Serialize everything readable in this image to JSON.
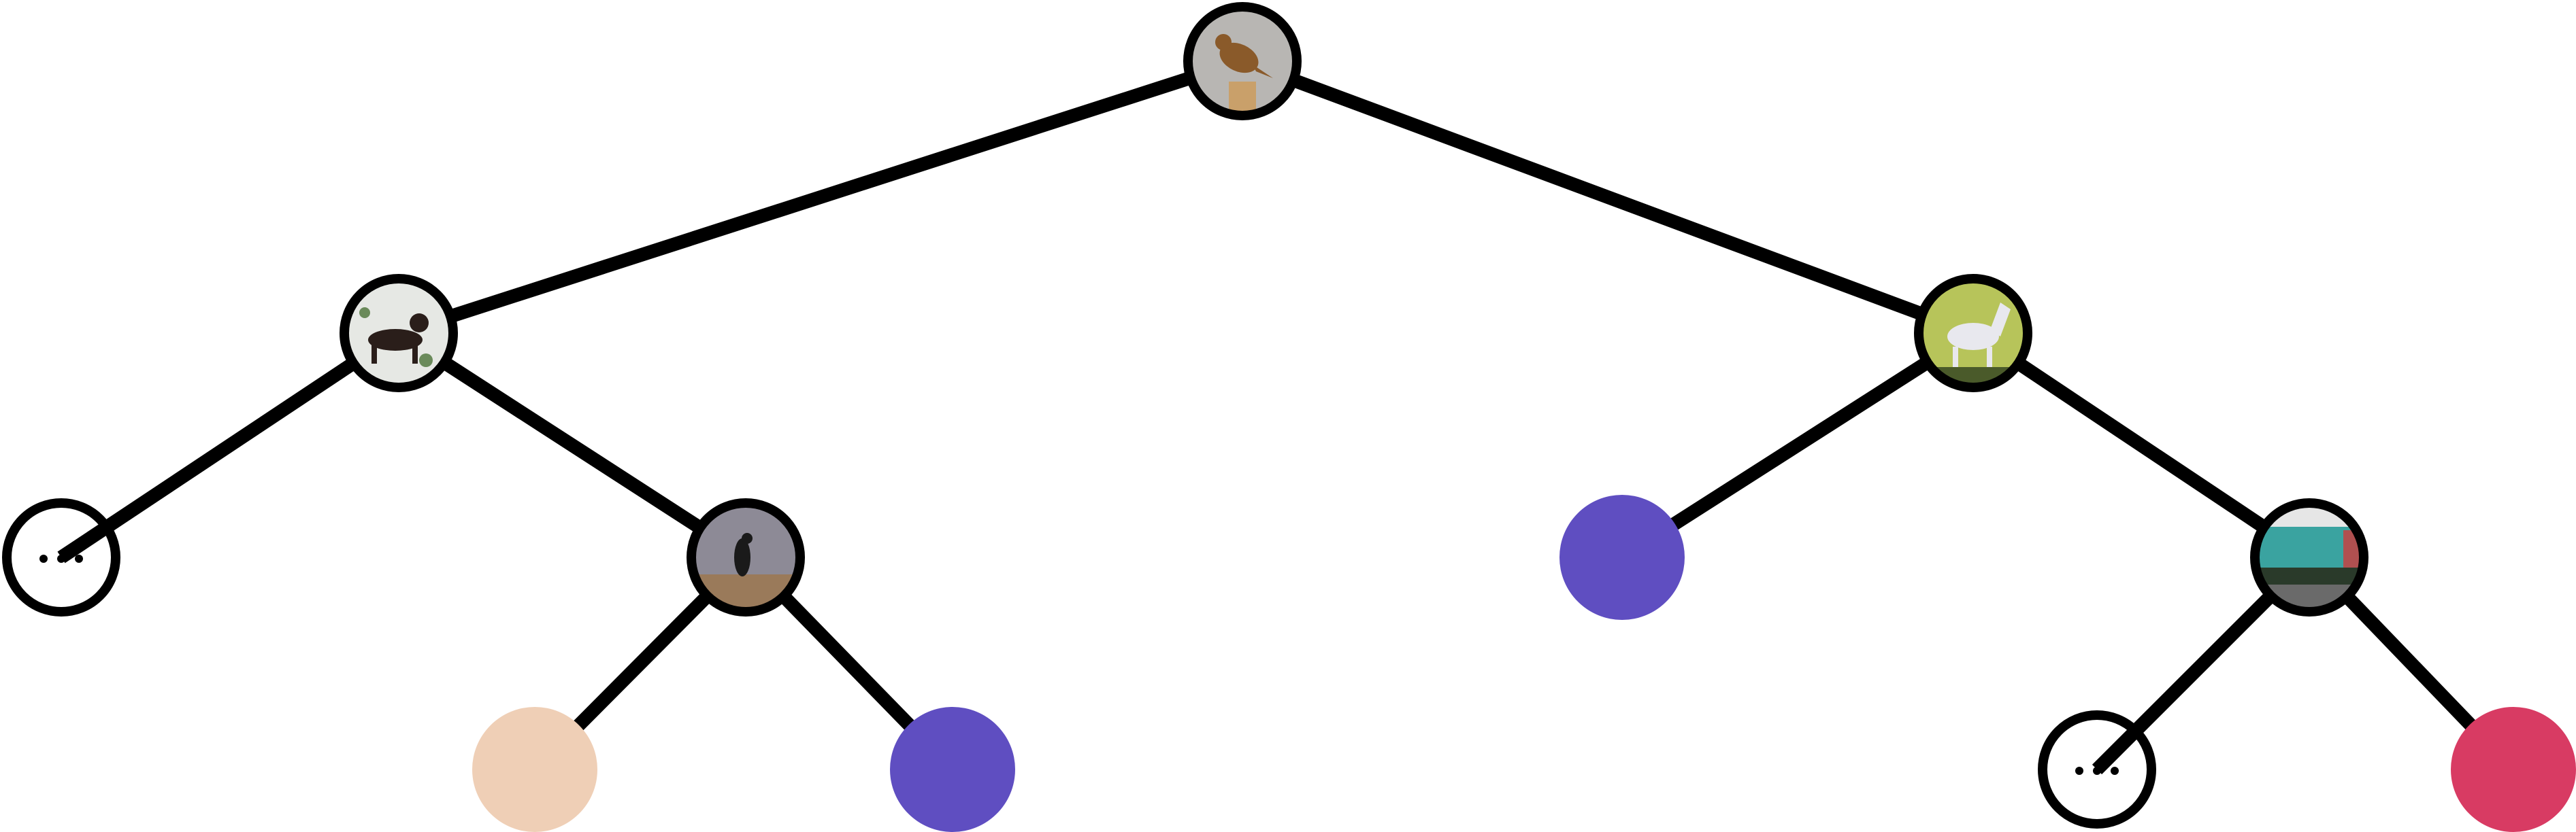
{
  "diagram": {
    "type": "tree",
    "nodes": [
      {
        "id": "root",
        "kind": "image",
        "icon": "bird-photo-icon",
        "palette": {
          "bg": "#b8b6b3",
          "fg": "#8a5a2a",
          "accent": "#c9a06a"
        }
      },
      {
        "id": "l1-left",
        "kind": "image",
        "icon": "dog-photo-icon",
        "palette": {
          "bg": "#e6e8e4",
          "fg": "#2a1e1a",
          "accent": "#6a8a5a"
        }
      },
      {
        "id": "l1-right",
        "kind": "image",
        "icon": "horse-photo-icon",
        "palette": {
          "bg": "#b7c45a",
          "fg": "#e8e8ee",
          "accent": "#4a5a2a"
        }
      },
      {
        "id": "l2-left-ellipsis",
        "kind": "ellipsis"
      },
      {
        "id": "l2-crow",
        "kind": "image",
        "icon": "crow-photo-icon",
        "palette": {
          "bg": "#8d8a96",
          "fg": "#1a1a1a",
          "accent": "#9a7a5a"
        }
      },
      {
        "id": "l2-purple-leaf",
        "kind": "leaf",
        "color": "#5f4ec1"
      },
      {
        "id": "l2-truck",
        "kind": "image",
        "icon": "truck-photo-icon",
        "palette": {
          "bg": "#3aa3a0",
          "fg": "#2a3a2a",
          "accent": "#b05050"
        }
      },
      {
        "id": "l3-peach-leaf",
        "kind": "leaf",
        "color": "#efcfb6"
      },
      {
        "id": "l3-purple-leaf",
        "kind": "leaf",
        "color": "#5f4ec1"
      },
      {
        "id": "l3-right-ellipsis",
        "kind": "ellipsis"
      },
      {
        "id": "l3-red-leaf",
        "kind": "leaf",
        "color": "#d83b63"
      }
    ],
    "edges": [
      [
        "root",
        "l1-left"
      ],
      [
        "root",
        "l1-right"
      ],
      [
        "l1-left",
        "l2-left-ellipsis"
      ],
      [
        "l1-left",
        "l2-crow"
      ],
      [
        "l2-crow",
        "l3-peach-leaf"
      ],
      [
        "l2-crow",
        "l3-purple-leaf"
      ],
      [
        "l1-right",
        "l2-purple-leaf"
      ],
      [
        "l1-right",
        "l2-truck"
      ],
      [
        "l2-truck",
        "l3-right-ellipsis"
      ],
      [
        "l2-truck",
        "l3-red-leaf"
      ]
    ]
  }
}
